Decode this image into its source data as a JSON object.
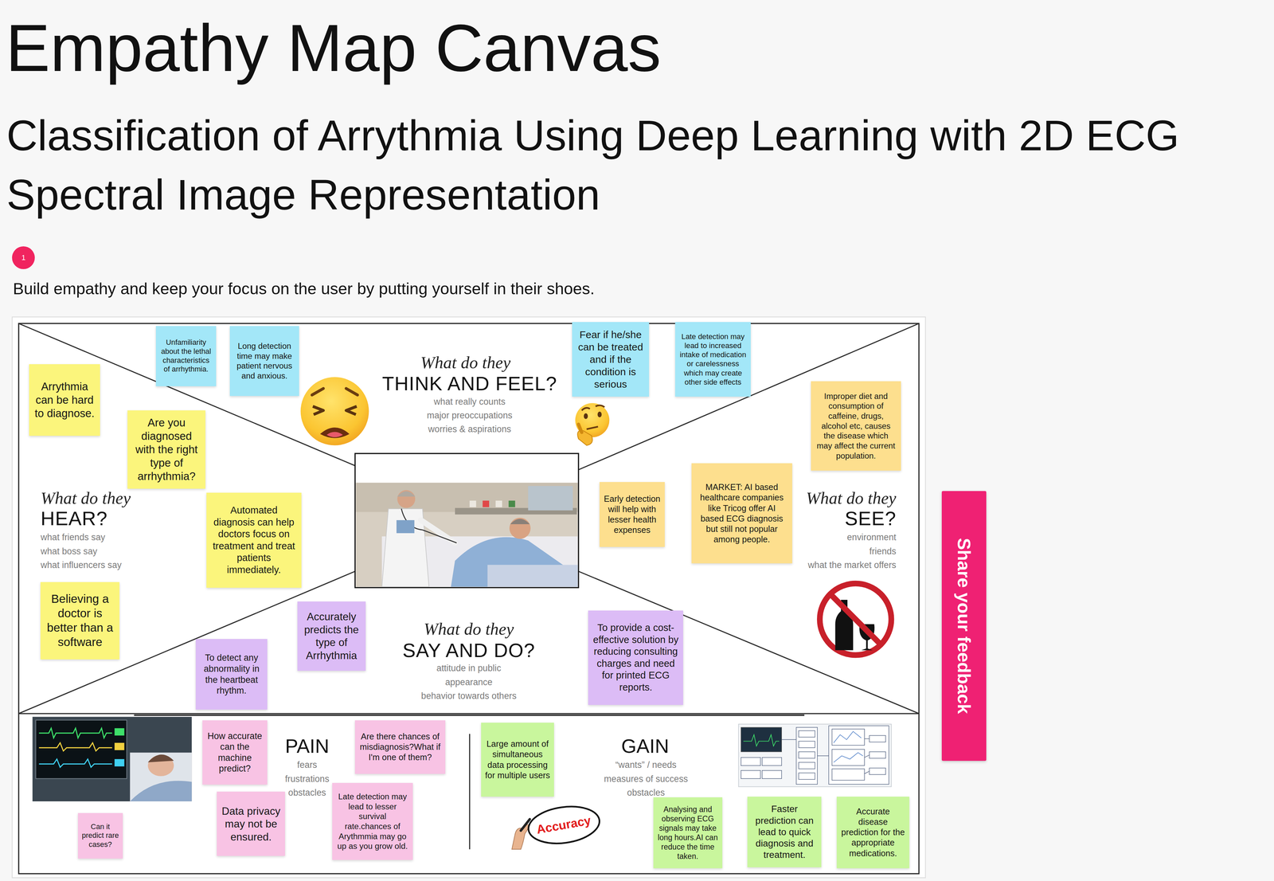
{
  "diagram": {
    "title": "Empathy Map Canvas",
    "nodes": [
      {
        "text": [
          "1"
        ]
      },
      {
        "text": [
          "Unfamiliarity about the lethal characteristics of arrhythmia."
        ]
      },
      {
        "text": [
          "Long detection time may make patient nervous and anxious."
        ]
      },
      {
        "text": [
          "Fear if he/she can be treated and if the condition is serious"
        ]
      },
      {
        "text": [
          "Late detection may lead to increased intake of medication or carelessness which may create other side effects"
        ]
      },
      {
        "text": [
          "Arrythmia can be hard to diagnose."
        ]
      },
      {
        "text": [
          "Are you diagnosed with the right type of arrhythmia?"
        ]
      },
      {
        "text": [
          "Automated diagnosis can help doctors focus on treatment and treat patients immediately."
        ]
      },
      {
        "text": [
          "Believing a doctor is better than a software"
        ]
      },
      {
        "text": [
          "Improper diet and consumption of caffeine, drugs, alcohol etc, causes the disease which may affect the current population."
        ]
      },
      {
        "text": [
          "Early detection will help with lesser health expenses"
        ]
      },
      {
        "text": [
          "MARKET: AI based healthcare companies like Tricog offer AI based ECG diagnosis but still not popular among people."
        ]
      },
      {
        "text": [
          "Accurately predicts the type of Arrhythmia"
        ]
      },
      {
        "text": [
          "To detect any abnormality in the heartbeat rhythm."
        ]
      },
      {
        "text": [
          "To provide a cost-effective solution by reducing consulting charges and need for printed ECG reports."
        ]
      },
      {
        "text": [
          "How accurate can the machine predict?"
        ]
      },
      {
        "text": [
          "Are there chances of misdiagnosis?What if I'm one of them?"
        ]
      },
      {
        "text": [
          "Data privacy may not be ensured."
        ]
      },
      {
        "text": [
          "Late detection may lead to lesser survival rate.chances of Arythmmia may go up as you grow old."
        ]
      },
      {
        "text": [
          "Can it predict rare cases?"
        ]
      },
      {
        "text": [
          "Large amount of simultaneous data processing for multiple users"
        ]
      },
      {
        "text": [
          "Analysing and observing ECG signals may take long hours.AI can reduce the time taken."
        ]
      },
      {
        "text": [
          "Faster prediction can lead to quick diagnosis and treatment."
        ]
      },
      {
        "text": [
          "Accurate disease prediction for the appropriate medications."
        ]
      },
      {
        "text": [
          "Accuracy"
        ]
      },
      {
        "text": [
          "Share your feedback"
        ]
      }
    ],
    "labels": [
      "Classification of Arrythmia Using Deep Learning with 2D ECG Spectral Image Representation",
      "Build empathy and keep your focus on the user by putting yourself in their shoes.",
      "What do they",
      "THINK AND FEEL?",
      "what really counts",
      "major preoccupations",
      "worries & aspirations",
      "What do they",
      "HEAR?",
      "what friends say",
      "what boss say",
      "what influencers say",
      "What do they",
      "SEE?",
      "environment",
      "friends",
      "what the market offers",
      "What do they",
      "SAY AND DO?",
      "attitude in public",
      "appearance",
      "behavior towards others",
      "PAIN",
      "fears",
      "frustrations",
      "obstacles",
      "GAIN",
      "“wants” / needs",
      "measures of success",
      "obstacles"
    ]
  }
}
